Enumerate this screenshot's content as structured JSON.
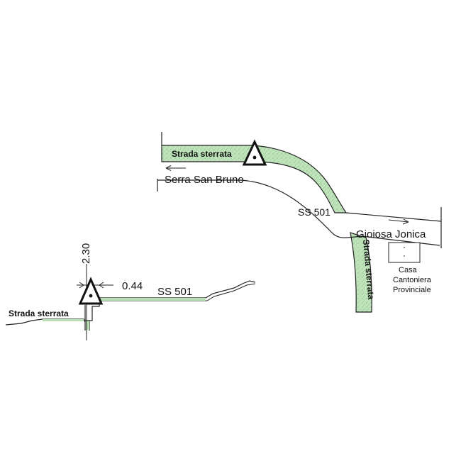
{
  "plan": {
    "road_left_label": "Serra San Bruno",
    "road_right_label": "Gioiosa Jonica",
    "road_number": "SS 501",
    "dirt_road_upper_label": "Strada sterrata",
    "dirt_road_lower_label": "Strada sterrata",
    "building_label_line1": "Casa",
    "building_label_line2": "Cantoniera",
    "building_label_line3": "Provinciale"
  },
  "section": {
    "dirt_road_label": "Strada sterrata",
    "road_label": "SS 501",
    "height_dimension": "2.30",
    "offset_dimension": "0.44"
  },
  "colors": {
    "verge_fill": "#b9e0b4",
    "line": "#222222",
    "symbol": "#111111"
  },
  "icons": [
    "station-triangle-icon",
    "direction-arrow-icon"
  ]
}
